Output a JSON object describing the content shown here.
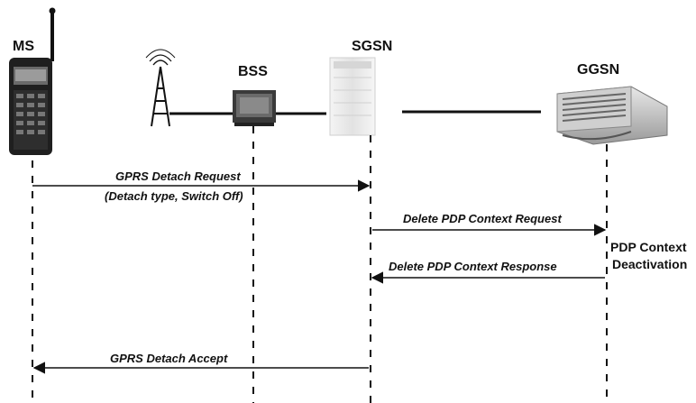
{
  "nodes": {
    "ms": "MS",
    "bss": "BSS",
    "sgsn": "SGSN",
    "ggsn": "GGSN"
  },
  "messages": {
    "detach_request_line1": "GPRS Detach Request",
    "detach_request_line2": "(Detach type, Switch Off)",
    "delete_pdp_request": "Delete PDP Context Request",
    "delete_pdp_response": "Delete PDP Context Response",
    "detach_accept": "GPRS Detach Accept"
  },
  "notes": {
    "pdp_line1": "PDP Context",
    "pdp_line2": "Deactivation"
  },
  "icons": [
    "mobile-phone-icon",
    "antenna-tower-icon",
    "bss-equipment-icon",
    "sgsn-server-icon",
    "ggsn-server-icon"
  ],
  "colors": {
    "ink": "#111111",
    "background": "#ffffff"
  }
}
